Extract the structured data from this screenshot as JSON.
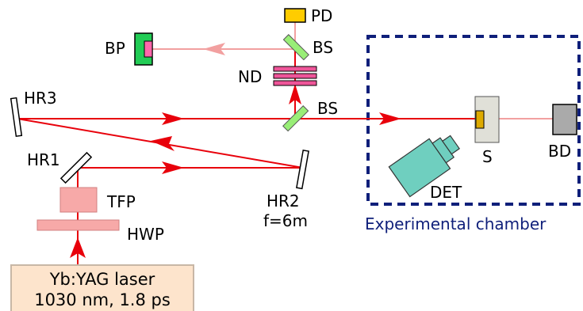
{
  "labels": {
    "pd": "PD",
    "bs_top": "BS",
    "bp": "BP",
    "nd": "ND",
    "bs_mid": "BS",
    "hr3": "HR3",
    "hr1": "HR1",
    "tfp": "TFP",
    "hwp": "HWP",
    "hr2": "HR2",
    "hr2_focal": "f=6m",
    "sample": "S",
    "bd": "BD",
    "det": "DET",
    "chamber": "Experimental chamber"
  },
  "laser": {
    "line1": "Yb:YAG laser",
    "line2": "1030 nm, 1.8 ps"
  },
  "colors": {
    "beam": "#e8000b",
    "beam_attenuated": "#f2a0a0",
    "chamber_border": "#0f1f7a",
    "laser_box_fill": "#fde4cc",
    "laser_box_border": "#c8b7a6",
    "pd_fill": "#ffcc00",
    "bp_fill": "#22cc55",
    "bp_inner": "#ff66aa",
    "nd_fill": "#ee5599",
    "bs_fill": "#99ee77",
    "tfp_fill": "#f7a9a8",
    "hwp_fill": "#f7a9a8",
    "sample_holder": "#e0e0d8",
    "sample_fill": "#ddaa00",
    "bd_fill": "#aaaaaa",
    "det_fill": "#6fcfbf"
  }
}
